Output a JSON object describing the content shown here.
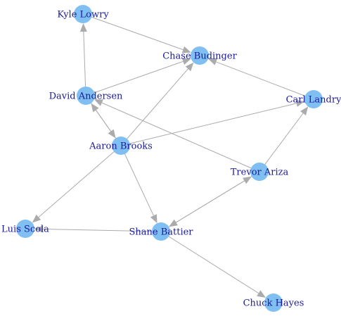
{
  "graph": {
    "directed": true,
    "colors": {
      "node": "#80bff2",
      "edge": "#ababab",
      "label": "#1a1a99",
      "background": "#ffffff"
    },
    "nodes": [
      {
        "id": "kyle",
        "label": "Kyle Lowry"
      },
      {
        "id": "chase",
        "label": "Chase Budinger"
      },
      {
        "id": "david",
        "label": "David Andersen"
      },
      {
        "id": "carl",
        "label": "Carl Landry"
      },
      {
        "id": "aaron",
        "label": "Aaron Brooks"
      },
      {
        "id": "trevor",
        "label": "Trevor Ariza"
      },
      {
        "id": "luis",
        "label": "Luis Scola"
      },
      {
        "id": "shane",
        "label": "Shane Battier"
      },
      {
        "id": "chuck",
        "label": "Chuck Hayes"
      }
    ],
    "edges": [
      {
        "source": "kyle",
        "target": "chase"
      },
      {
        "source": "david",
        "target": "kyle"
      },
      {
        "source": "david",
        "target": "chase"
      },
      {
        "source": "carl",
        "target": "chase"
      },
      {
        "source": "aaron",
        "target": "chase"
      },
      {
        "source": "aaron",
        "target": "carl"
      },
      {
        "source": "aaron",
        "target": "david"
      },
      {
        "source": "david",
        "target": "aaron"
      },
      {
        "source": "trevor",
        "target": "david"
      },
      {
        "source": "trevor",
        "target": "carl"
      },
      {
        "source": "aaron",
        "target": "luis"
      },
      {
        "source": "aaron",
        "target": "shane"
      },
      {
        "source": "shane",
        "target": "luis"
      },
      {
        "source": "shane",
        "target": "trevor"
      },
      {
        "source": "trevor",
        "target": "shane"
      },
      {
        "source": "shane",
        "target": "chuck"
      }
    ]
  }
}
